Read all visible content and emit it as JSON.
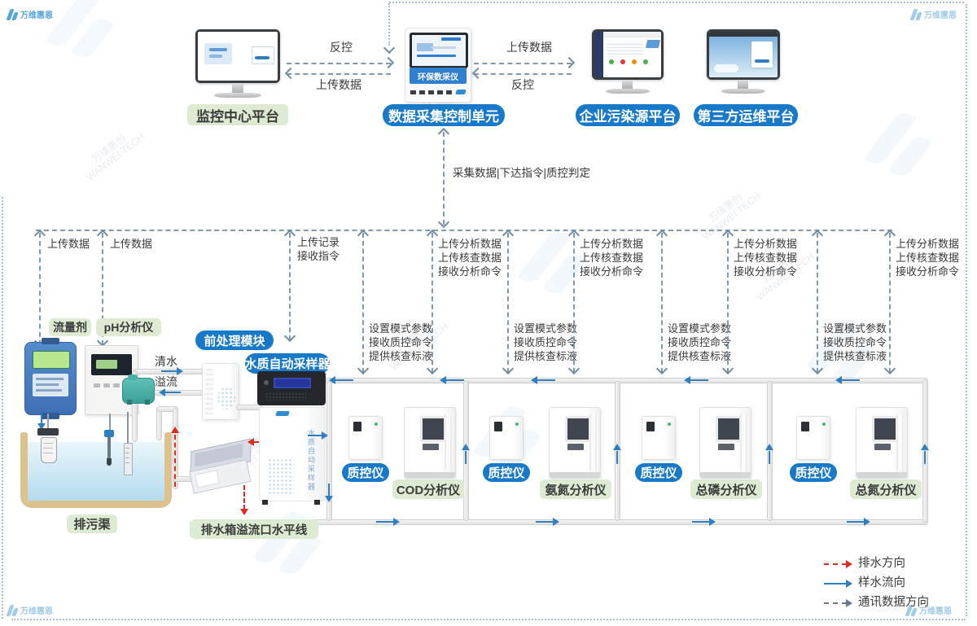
{
  "brand": {
    "corner_text": "万维惠恩",
    "watermark_cn": "万维惠创",
    "watermark_en": "WANWEI TECH"
  },
  "colors": {
    "accent_blue": "#1779c8",
    "badge_green": "#dcebd2",
    "comm_gray": "#7e9ab0",
    "flow_blue": "#2e7fc2",
    "drain_red": "#e02b20",
    "pipe_gray": "#ececec"
  },
  "platforms": {
    "monitoring_center": "监控中心平台",
    "collector_device": "环保数采仪",
    "collector": "数据采集控制单元",
    "enterprise": "企业污染源平台",
    "third_party": "第三方运维平台"
  },
  "top_links": {
    "left_top": "反控",
    "left_bottom": "上传数据",
    "right_top": "上传数据",
    "right_bottom": "反控"
  },
  "collector_bus_label": "采集数据|下达指令|质控判定",
  "drops": {
    "upload_data": "上传数据",
    "record": [
      "上传记录",
      "接收指令"
    ],
    "analysis": [
      "上传分析数据",
      "上传核查数据",
      "接收分析命令"
    ],
    "qc": [
      "设置模式参数",
      "接收质控命令",
      "提供核查标液"
    ]
  },
  "field": {
    "flow_meter": "流量剂",
    "ph_analyzer": "pH分析仪",
    "pretreatment": "前处理模块",
    "sampler": "水质自动采样器",
    "sampler_body": "水质自动采样器",
    "clean_water": "清水",
    "overflow": "溢流",
    "ditch": "排污渠",
    "drain_box_line": "排水箱溢流口水平线"
  },
  "analyzers": {
    "qc": "质控仪",
    "items": [
      "COD分析仪",
      "氨氮分析仪",
      "总磷分析仪",
      "总氮分析仪"
    ]
  },
  "legend": {
    "drain": "排水方向",
    "sample": "样水流向",
    "comm": "通讯数据方向"
  }
}
